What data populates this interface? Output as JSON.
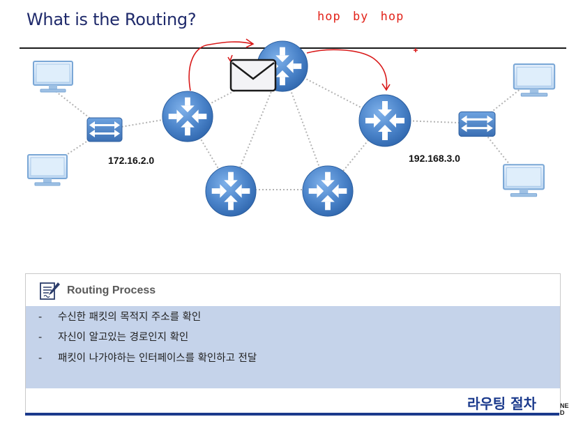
{
  "slide": {
    "title": "What is the Routing?",
    "annotation": "hop by hop"
  },
  "diagram": {
    "network_left": "172.16.2.0",
    "network_right": "192.168.3.0"
  },
  "panel": {
    "title": "Routing Process",
    "steps": [
      "수신한 패킷의 목적지 주소를 확인",
      "자신이 알고있는 경로인지 확인",
      "패킷이 나가야하는 인터페이스를 확인하고 전달"
    ],
    "bullet": "-"
  },
  "footer": {
    "caption": "라우팅 절차"
  },
  "colors": {
    "title": "#1f2a6b",
    "annotation_red": "#e2231a",
    "router_blue": "#4a83c9",
    "panel_band": "#c5d3ea",
    "footer_blue": "#1b3a8c"
  }
}
